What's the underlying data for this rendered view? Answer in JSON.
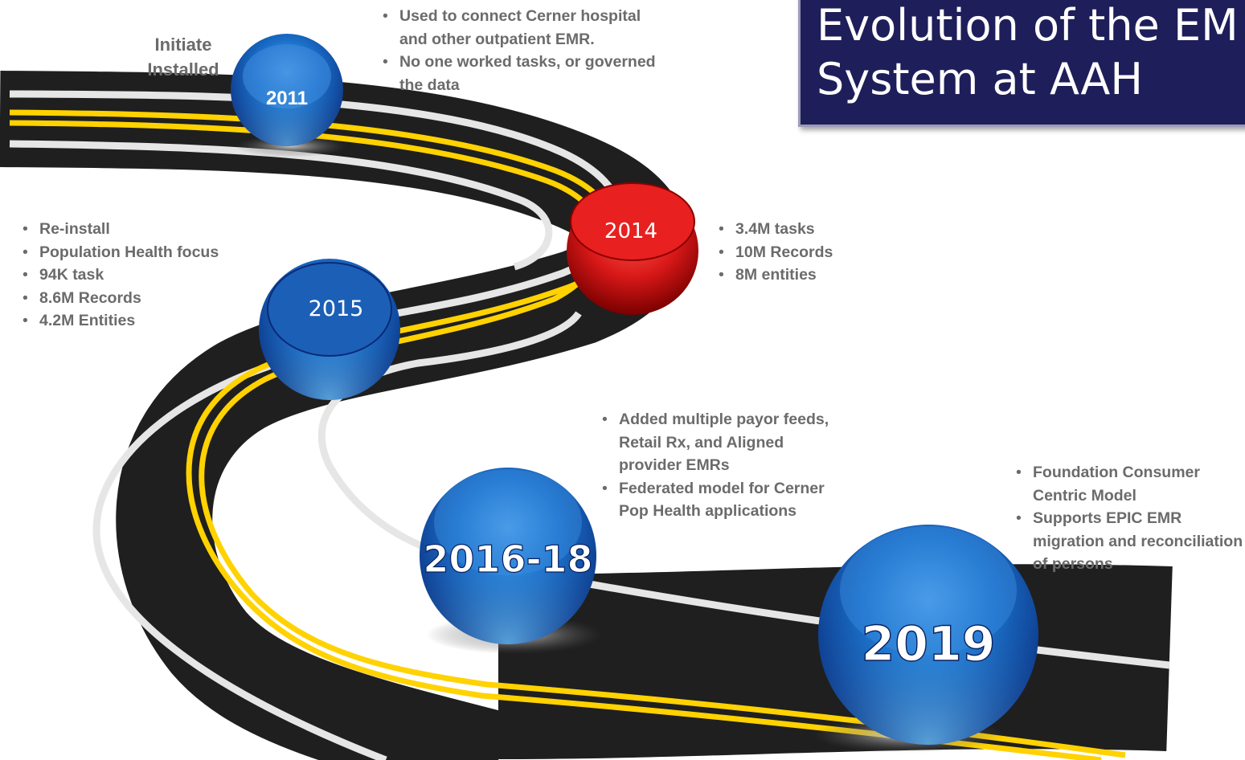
{
  "title": {
    "line1": "Evolution of the EM",
    "line2": "System  at AAH"
  },
  "initiate": {
    "line1": "Initiate",
    "line2": "Installed"
  },
  "milestones": [
    {
      "year": "2011",
      "color": "blue",
      "notes": [
        "Used to connect Cerner hospital and other outpatient EMR.",
        "No one worked tasks, or governed the data"
      ]
    },
    {
      "year": "2014",
      "color": "red",
      "notes": [
        "3.4M tasks",
        "10M Records",
        "8M entities"
      ]
    },
    {
      "year": "2015",
      "color": "blue",
      "notes": [
        "Re-install",
        "Population Health focus",
        "94K task",
        "8.6M Records",
        "4.2M Entities"
      ]
    },
    {
      "year": "2016-18",
      "color": "blue",
      "notes": [
        "Added multiple payor feeds, Retail Rx, and Aligned provider EMRs",
        "Federated model for Cerner Pop Health applications"
      ]
    },
    {
      "year": "2019",
      "color": "blue",
      "notes": [
        "Foundation Consumer Centric Model",
        "Supports EPIC EMR migration and reconciliation of persons"
      ]
    }
  ],
  "colors": {
    "title_bg": "#1e1e5a",
    "road": "#1f1f1f",
    "center_line": "#ffd200",
    "edge_line": "#f0f0f0",
    "blue_orb": "#1565c0",
    "red_orb": "#d81818",
    "note_text": "#6b6b6b"
  }
}
